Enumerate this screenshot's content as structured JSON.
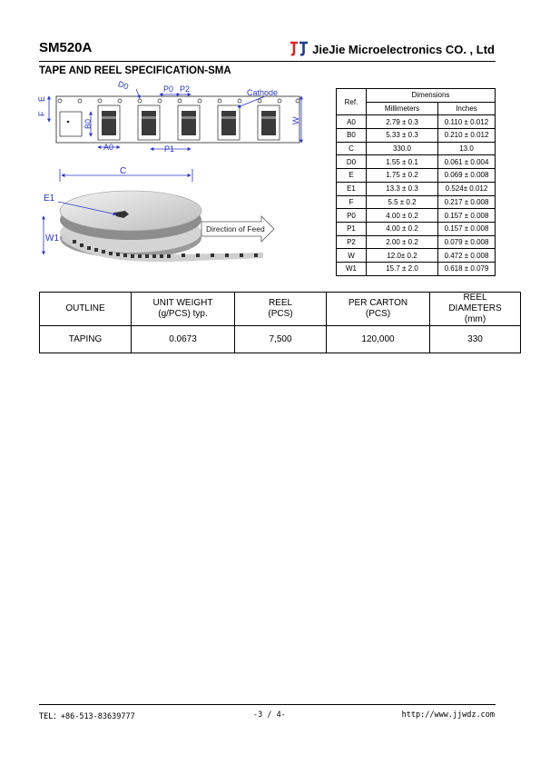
{
  "header": {
    "part_number": "SM520A",
    "company": "JieJie Microelectronics CO. , Ltd",
    "section_title": "TAPE AND REEL SPECIFICATION-SMA"
  },
  "colors": {
    "dimension_blue": "#2b35c8",
    "logo_red": "#d9262b",
    "logo_blue": "#1f3a93"
  },
  "tape_diagram": {
    "labels": {
      "D0": "D0",
      "P0": "P0",
      "P2": "P2",
      "cathode": "Cathode",
      "E": "E",
      "F": "F",
      "B0": "B0",
      "A0": "A0",
      "P1": "P1",
      "W": "W"
    }
  },
  "reel_diagram": {
    "labels": {
      "C": "C",
      "E1": "E1",
      "W1": "W1",
      "feed": "Direction of Feed"
    }
  },
  "dimensions_table": {
    "ref_header": "Ref.",
    "dimensions_header": "Dimensions",
    "mm_header": "Millimeters",
    "in_header": "Inches",
    "rows": [
      {
        "ref": "A0",
        "mm": "2.79 ± 0.3",
        "in": "0.110 ± 0.012"
      },
      {
        "ref": "B0",
        "mm": "5.33 ± 0.3",
        "in": "0.210 ± 0.012"
      },
      {
        "ref": "C",
        "mm": "330.0",
        "in": "13.0"
      },
      {
        "ref": "D0",
        "mm": "1.55 ± 0.1",
        "in": "0.061 ± 0.004"
      },
      {
        "ref": "E",
        "mm": "1.75 ± 0.2",
        "in": "0.069 ± 0.008"
      },
      {
        "ref": "E1",
        "mm": "13.3 ± 0.3",
        "in": "0.524± 0.012"
      },
      {
        "ref": "F",
        "mm": "5.5 ± 0.2",
        "in": "0.217 ± 0.008"
      },
      {
        "ref": "P0",
        "mm": "4.00 ± 0.2",
        "in": "0.157 ± 0.008"
      },
      {
        "ref": "P1",
        "mm": "4.00 ± 0.2",
        "in": "0.157 ± 0.008"
      },
      {
        "ref": "P2",
        "mm": "2.00 ± 0.2",
        "in": "0.079 ± 0.008"
      },
      {
        "ref": "W",
        "mm": "12.0± 0.2",
        "in": "0.472 ± 0.008"
      },
      {
        "ref": "W1",
        "mm": "15.7 ± 2.0",
        "in": "0.618 ± 0.079"
      }
    ]
  },
  "packing_table": {
    "headers": {
      "outline": "OUTLINE",
      "unit_weight_1": "UNIT WEIGHT",
      "unit_weight_2": "(g/PCS) typ.",
      "reel_1": "REEL",
      "reel_2": "(PCS)",
      "carton_1": "PER CARTON",
      "carton_2": "(PCS)",
      "diam_1": "REEL",
      "diam_2": "DIAMETERS",
      "diam_3": "(mm)"
    },
    "row": {
      "outline": "TAPING",
      "unit_weight": "0.0673",
      "reel": "7,500",
      "carton": "120,000",
      "diameter": "330"
    }
  },
  "footer": {
    "tel": "TEL：+86-513-83639777",
    "page": "-3 / 4-",
    "url": "http://www.jjwdz.com"
  }
}
